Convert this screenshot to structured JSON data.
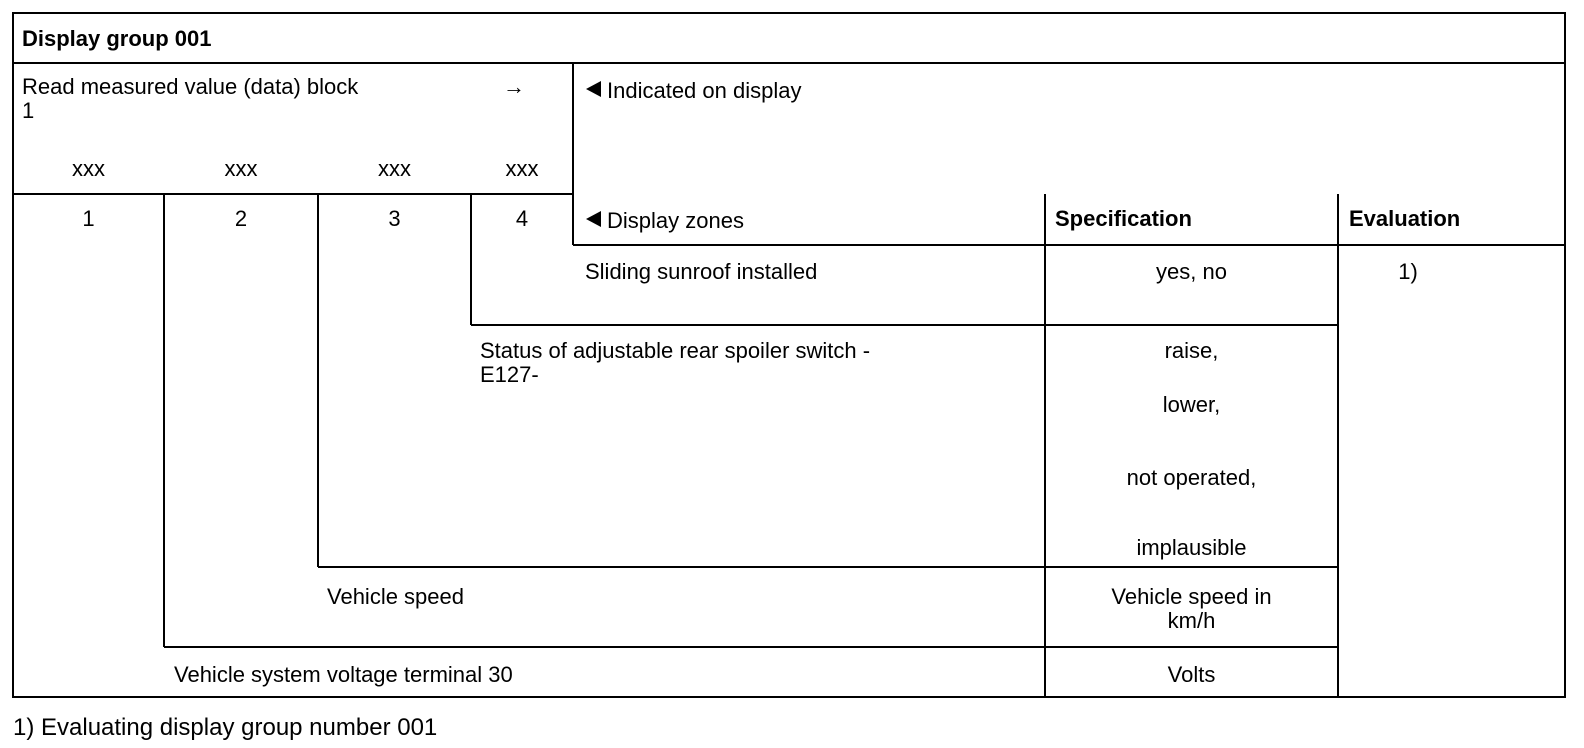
{
  "header": {
    "title": "Display group 001"
  },
  "block": {
    "label_line1": "Read measured value (data) block",
    "arrow": "→",
    "label_line2": "1",
    "placeholders": [
      "xxx",
      "xxx",
      "xxx",
      "xxx"
    ],
    "zone_numbers": [
      "1",
      "2",
      "3",
      "4"
    ]
  },
  "indicated_label": "Indicated on display",
  "zones_label": "Display zones",
  "columns": {
    "specification": "Specification",
    "evaluation": "Evaluation"
  },
  "rows": [
    {
      "name": "Sliding sunroof installed",
      "spec": [
        "yes, no"
      ],
      "evaluation": "1)"
    },
    {
      "name": [
        "Status of adjustable rear spoiler switch -",
        "E127-"
      ],
      "spec": [
        "raise,",
        "lower,",
        "not operated,",
        "implausible"
      ]
    },
    {
      "name": "Vehicle speed",
      "spec": [
        "Vehicle speed in",
        "km/h"
      ]
    },
    {
      "name": "Vehicle system voltage terminal 30",
      "spec": [
        "Volts"
      ]
    }
  ],
  "footnote": "1) Evaluating display group number 001"
}
